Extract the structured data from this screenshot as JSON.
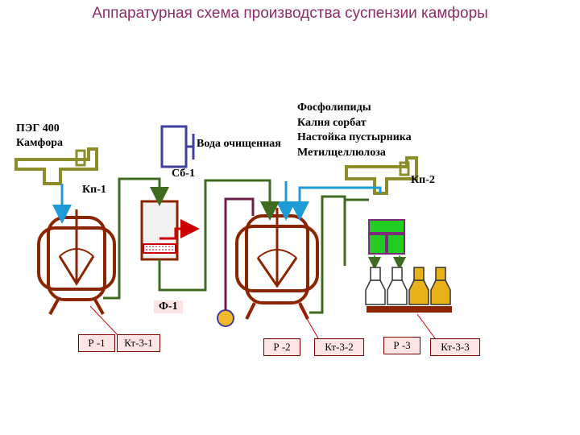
{
  "title": "Аппаратурная схема производства суспензии камфоры",
  "inputs_left": [
    "ПЭГ 400",
    "Камфора"
  ],
  "water_label": "Вода очищенная",
  "inputs_right": [
    "Фосфолипиды",
    "Калия сорбат",
    "Настойка пустырника",
    "Метилцеллюлоза"
  ],
  "equipment": {
    "kp1": "Кп-1",
    "kp2": "Кп-2",
    "sb1": "Сб-1",
    "f1": "Ф-1"
  },
  "boxes": {
    "r1": "Р -1",
    "kt31": "Кт-3-1",
    "r2": "Р -2",
    "kt32": "Кт-3-2",
    "r3": "Р -3",
    "kt33": "Кт-3-3"
  },
  "colors": {
    "title": "#8e2b6b",
    "vessel": "#8b2500",
    "pipe_green": "#3e6b1f",
    "pipe_blue": "#1e9bd7",
    "hopper": "#8c8c2a",
    "filter_red": "#cc0000",
    "collector": "#3f3f9e",
    "dispenser_green": "#22cc22",
    "bottle_gold": "#e8b11a"
  }
}
